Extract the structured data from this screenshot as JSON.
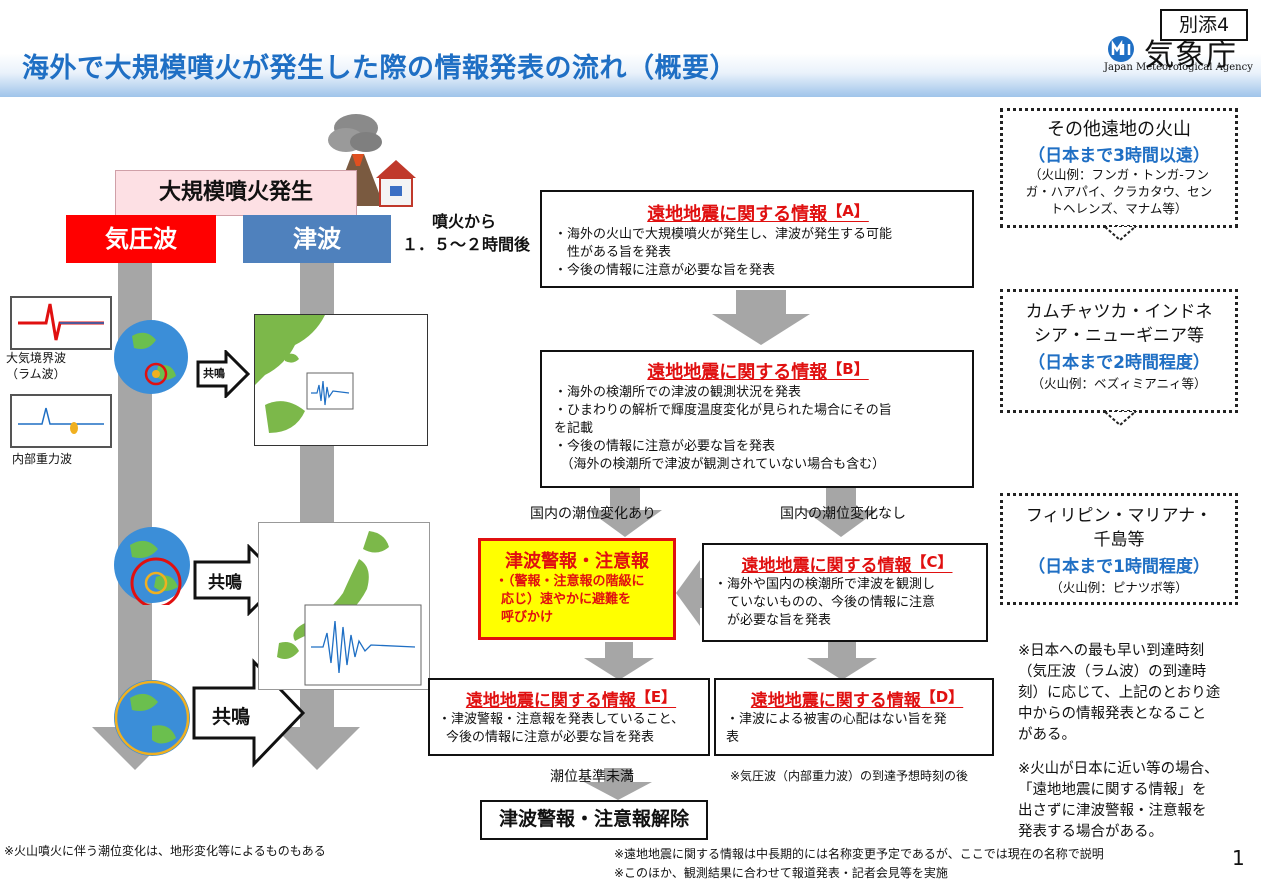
{
  "header": {
    "title": "海外で大規模噴火が発生した際の情報発表の流れ（概要）",
    "attachment": "別添4",
    "org_name": "気象庁",
    "org_sub": "Japan Meteorological Agency"
  },
  "left": {
    "eruption_label": "大規模噴火発生",
    "pressure_label": "気圧波",
    "tsunami_label": "津波",
    "lamb_wave": "大気境界波\n（ラム波）",
    "internal_wave": "内部重力波",
    "resonance": "共鳴",
    "footnote": "※火山噴火に伴う潮位変化は、地形変化等によるものもある"
  },
  "timing": {
    "line1": "噴火から",
    "line2": "１．５～２時間後"
  },
  "info_a": {
    "title": "遠地地震に関する情報",
    "tag": "【A】",
    "lines": [
      "・海外の火山で大規模噴火が発生し、津波が発生する可能",
      "　性がある旨を発表",
      "・今後の情報に注意が必要な旨を発表"
    ]
  },
  "info_b": {
    "title": "遠地地震に関する情報",
    "tag": "【B】",
    "lines": [
      "・海外の検潮所での津波の観測状況を発表",
      "・ひまわりの解析で輝度温度変化が見られた場合にその旨",
      "を記載",
      "・今後の情報に注意が必要な旨を発表",
      "　（海外の検潮所で津波が観測されていない場合も含む）"
    ]
  },
  "branch": {
    "with_change": "国内の潮位変化あり",
    "without_change": "国内の潮位変化なし",
    "below_standard": "潮位基準未満",
    "pressure_note": "※気圧波（内部重力波）の到達予想時刻の後"
  },
  "warning": {
    "title": "津波警報・注意報",
    "lines": [
      "・（警報・注意報の階級に",
      "応じ）速やかに避難を",
      "呼びかけ"
    ]
  },
  "info_c": {
    "title": "遠地地震に関する情報",
    "tag": "【C】",
    "lines": [
      "・海外や国内の検潮所で津波を観測し",
      "　ていないものの、今後の情報に注意",
      "　が必要な旨を発表"
    ]
  },
  "info_e": {
    "title": "遠地地震に関する情報",
    "tag": "【E】",
    "lines": [
      "・津波警報・注意報を発表していること、",
      "今後の情報に注意が必要な旨を発表"
    ]
  },
  "info_d": {
    "title": "遠地地震に関する情報",
    "tag": "【D】",
    "lines": [
      "・津波による被害の心配はない旨を発",
      "表"
    ]
  },
  "release": "津波警報・注意報解除",
  "right": {
    "far": {
      "title": "その他遠地の火山",
      "time": "（日本まで3時間以遠）",
      "example": "（火山例：フンガ・トンガ-フン\nガ・ハアパイ、クラカタウ、セン\nトヘレンズ、マナム等）"
    },
    "mid": {
      "title": "カムチャツカ・インドネ\nシア・ニューギニア等",
      "time": "（日本まで2時間程度）",
      "example": "（火山例：ベズィミアニィ等）"
    },
    "near": {
      "title": "フィリピン・マリアナ・\n千島等",
      "time": "（日本まで1時間程度）",
      "example": "（火山例：ピナツボ等）"
    },
    "note1": "※日本への最も早い到達時刻\n（気圧波（ラム波）の到達時\n刻）に応じて、上記のとおり途\n中からの情報発表となること\nがある。",
    "note2": "※火山が日本に近い等の場合、\n「遠地地震に関する情報」を\n出さずに津波警報・注意報を\n発表する場合がある。"
  },
  "footer": {
    "note1": "※遠地地震に関する情報は中長期的には名称変更予定であるが、ここでは現在の名称で説明",
    "note2": "※このほか、観測結果に合わせて報道発表・記者会見等を実施",
    "page": "1"
  },
  "colors": {
    "accent_blue": "#1f6fc4",
    "alert_red": "#e01010",
    "pressure_red": "#ff0000",
    "tsunami_blue": "#4f81bd",
    "warning_yellow": "#ffff00"
  }
}
